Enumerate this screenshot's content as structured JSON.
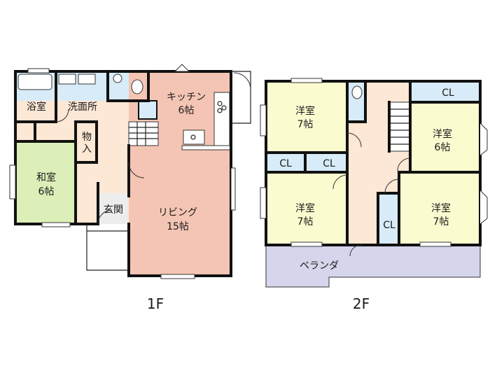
{
  "floors": [
    {
      "label": "1F",
      "rooms": {
        "bath": "浴室",
        "washroom": "洗面所",
        "kitchen_name": "キッチン",
        "kitchen_size": "6帖",
        "storage_top": "物",
        "storage_bottom": "入",
        "japanese_name": "和室",
        "japanese_size": "6帖",
        "entrance": "玄関",
        "living_name": "リビング",
        "living_size": "15帖"
      }
    },
    {
      "label": "2F",
      "rooms": {
        "west1_name": "洋室",
        "west1_size": "7帖",
        "cl_top_right": "CL",
        "west2_name": "洋室",
        "west2_size": "6帖",
        "cl_mid_left": "CL",
        "cl_mid_right": "CL",
        "west3_name": "洋室",
        "west3_size": "7帖",
        "west4_name": "洋室",
        "west4_size": "7帖",
        "cl_bottom": "CL",
        "veranda": "ベランダ"
      }
    }
  ],
  "colors": {
    "western_room": "#FBFBD0",
    "japanese_room": "#DCEFB8",
    "living": "#F4C5B4",
    "wet_area": "#D7ECF8",
    "hall": "#FDE7D5",
    "veranda": "#D5D5EC",
    "entrance": "#EDEDED",
    "wall": "#111111"
  }
}
